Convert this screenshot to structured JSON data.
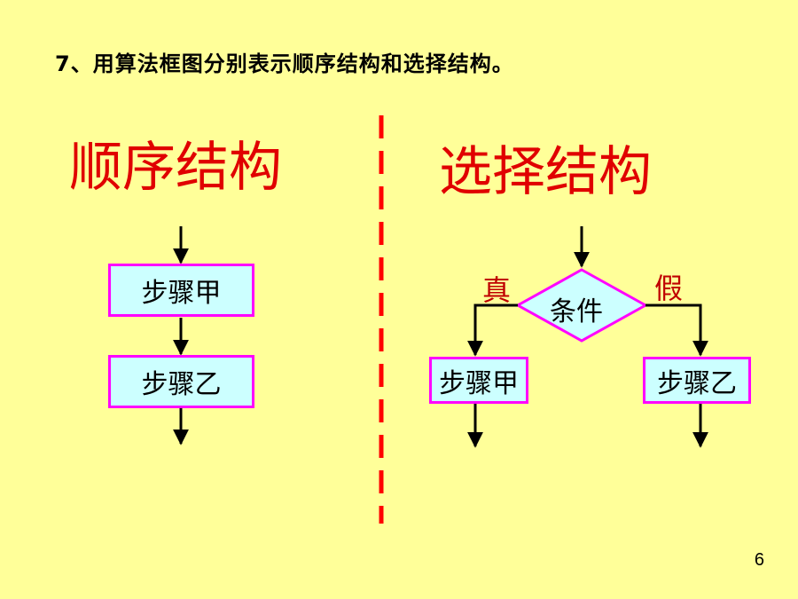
{
  "question": "7、用算法框图分别表示顺序结构和选择结构。",
  "sequence": {
    "title": "顺序结构",
    "step1": "步骤甲",
    "step2": "步骤乙"
  },
  "selection": {
    "title": "选择结构",
    "condition": "条件",
    "true_label": "真",
    "false_label": "假",
    "true_step": "步骤甲",
    "false_step": "步骤乙"
  },
  "page_number": "6",
  "colors": {
    "background": "#ffff99",
    "title_red": "#e00000",
    "box_fill": "#ccffff",
    "box_border": "#ff00ff",
    "divider": "#ff0000"
  }
}
